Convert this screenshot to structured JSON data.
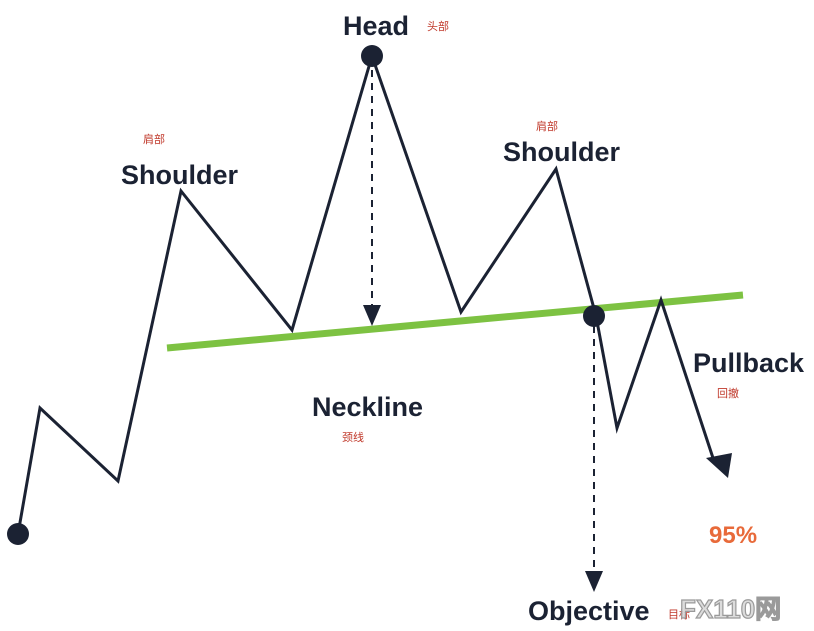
{
  "labels": {
    "head": "Head",
    "head_cn": "头部",
    "left_shoulder": "Shoulder",
    "left_shoulder_cn": "肩部",
    "right_shoulder": "Shoulder",
    "right_shoulder_cn": "肩部",
    "neckline": "Neckline",
    "neckline_cn": "颈线",
    "pullback": "Pullback",
    "pullback_cn": "回撤",
    "percentage": "95%",
    "objective": "Objective",
    "objective_cn": "目标"
  },
  "watermark": "FX110网",
  "colors": {
    "price_line": "#1b2233",
    "neckline": "#7dc242",
    "points": "#1b2233",
    "english_label": "#1b2233",
    "chinese_label": "#c0392b",
    "percentage": "#e86a3a",
    "watermark": "#9a9a9a"
  }
}
